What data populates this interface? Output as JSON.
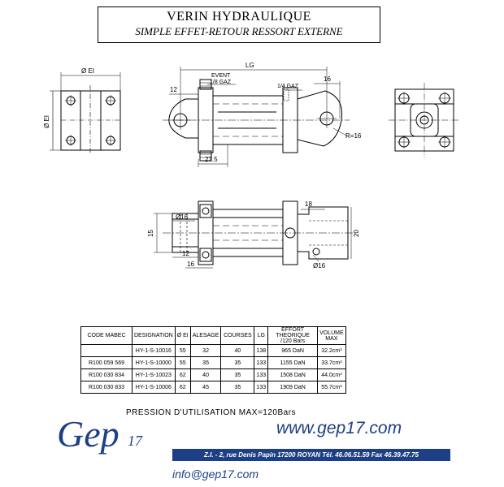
{
  "header": {
    "title": "VERIN HYDRAULIQUE",
    "subtitle": "SIMPLE EFFET-RETOUR RESSORT EXTERNE"
  },
  "drawing": {
    "dim_ei_top": "Ø EI",
    "dim_ei_side": "Ø EI",
    "dim_lg": "LG",
    "dim_12_top": "12",
    "dim_16_top": "16",
    "event_label": "EVENT",
    "event_thread": "1/8 GAZ",
    "port_thread": "1/4 GAZ",
    "radius_label": "R=16",
    "dim_27_5": "27.5",
    "dim_18": "18",
    "dim_phi16_left": "Ø16",
    "dim_15": "15",
    "dim_20": "20",
    "dim_12_bottom": "12",
    "dim_16_bottom": "16",
    "dim_phi16_right": "Ø16"
  },
  "table": {
    "headers": [
      "CODE MABEC",
      "DESIGNATION",
      "Ø EI",
      "ALESAGE",
      "COURSES",
      "LG",
      "EFFORT THEORIQUE /120 Bars",
      "VOLUME MAX"
    ],
    "rows": [
      [
        "",
        "HY-1-S-10016",
        "55",
        "32",
        "40",
        "138",
        "965 DaN",
        "32.2cm³"
      ],
      [
        "R100 059 569",
        "HY-1-S-10000",
        "55",
        "35",
        "35",
        "133",
        "1155 DaN",
        "33.7cm³"
      ],
      [
        "R100 030 834",
        "HY-1-S-10023",
        "62",
        "40",
        "35",
        "133",
        "1508 DaN",
        "44.0cm³"
      ],
      [
        "R100 030 833",
        "HY-1-S-10006",
        "62",
        "45",
        "35",
        "133",
        "1909 DaN",
        "55.7cm³"
      ]
    ]
  },
  "pression": "PRESSION D'UTILISATION MAX=120Bars",
  "footer": {
    "logo_text": "Gep",
    "logo_number": "17",
    "website": "www.gep17.com",
    "address": "Z.I. - 2, rue Denis Papin  17200 ROYAN  Tél. 46.06.51.59   Fax 46.39.47.75",
    "email": "info@gep17.com"
  },
  "colors": {
    "brand_blue": "#1d3f86",
    "line": "#000000"
  }
}
